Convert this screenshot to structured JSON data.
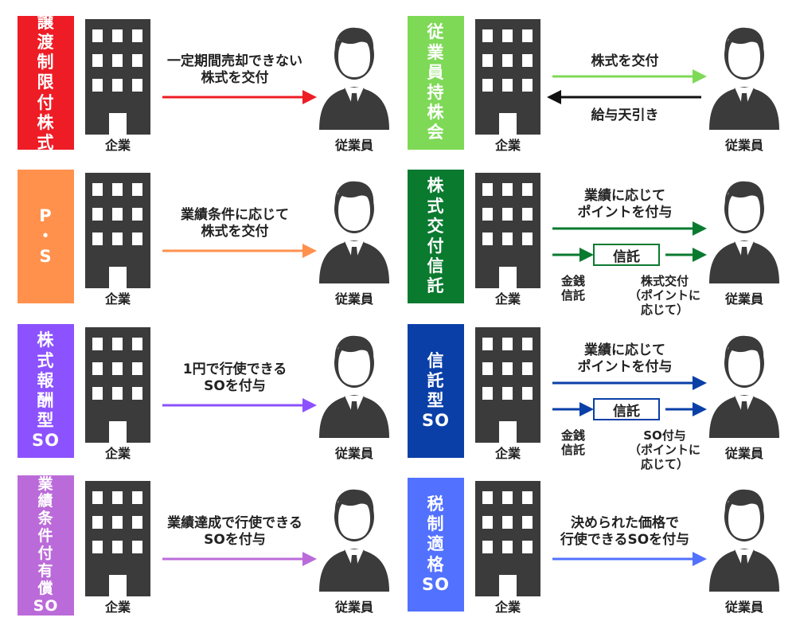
{
  "common": {
    "company": "企業",
    "employee": "従業員",
    "trust": "信託",
    "money_trust": "金銭\n信託"
  },
  "panels": [
    {
      "label": "譲\n渡\n制\n限\n付\n株\n式",
      "color": "#ee1c25",
      "caption": "一定期間売却できない\n株式を交付"
    },
    {
      "label": "従\n業\n員\n持\n株\n会",
      "color": "#7ed957",
      "caption_top": "株式を交付",
      "caption_bottom": "給与天引き"
    },
    {
      "label": "P\n・\nS",
      "color": "#ff914d",
      "caption": "業績条件に応じて\n株式を交付"
    },
    {
      "label": "株\n式\n交\n付\n信\n託",
      "color": "#0a7a2f",
      "caption": "業績に応じて\nポイントを付与",
      "right_note": "株式交付\n（ポイントに\n応じて）"
    },
    {
      "label": "株\n式\n報\n酬\n型\nSO",
      "color": "#8c52ff",
      "caption": "1円で行使できる\nSOを付与"
    },
    {
      "label": "信\n託\n型\nSO",
      "color": "#0a3fa8",
      "caption": "業績に応じて\nポイントを付与",
      "right_note": "SO付与\n（ポイントに\n応じて）"
    },
    {
      "label": "業\n績\n条\n件\n付\n有\n償\nSO",
      "color": "#bb6bd9",
      "caption": "業績達成で行使できる\nSOを付与"
    },
    {
      "label": "税\n制\n適\n格\nSO",
      "color": "#5271ff",
      "caption": "決められた価格で\n行使できるSOを付与"
    }
  ]
}
